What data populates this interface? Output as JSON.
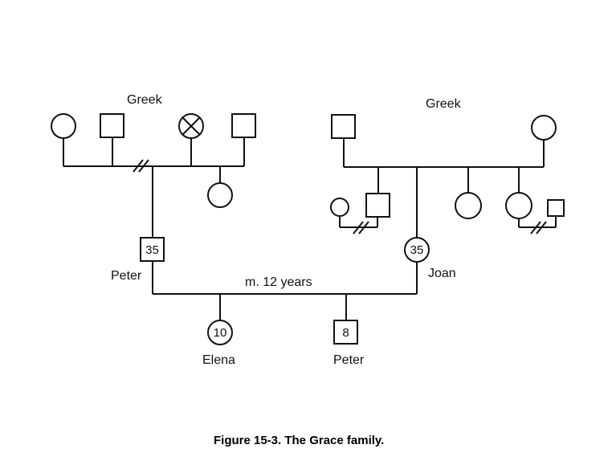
{
  "caption": "Figure 15-3. The Grace family.",
  "labels": {
    "left_origin": "Greek",
    "right_origin": "Greek",
    "husband_name": "Peter",
    "wife_name": "Joan",
    "marriage": "m. 12 years",
    "daughter_name": "Elena",
    "son_name": "Peter"
  },
  "ages": {
    "husband": "35",
    "wife": "35",
    "daughter": "10",
    "son": "8"
  }
}
